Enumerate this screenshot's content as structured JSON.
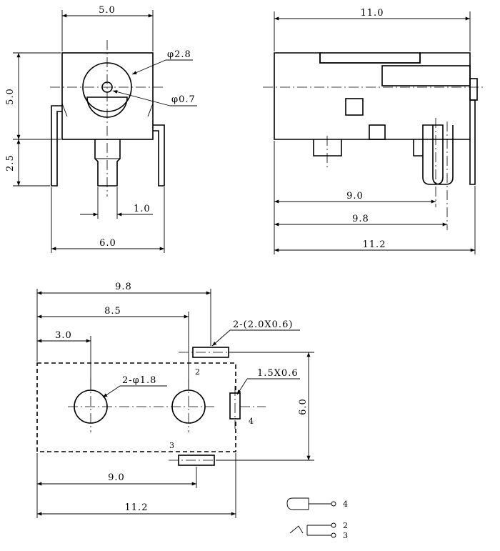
{
  "front": {
    "dim_width": "5.0",
    "dim_height": "5.0",
    "dim_pin": "2.5",
    "dim_hole": "φ2.8",
    "dim_pinhole": "φ0.7",
    "dim_pinwidth": "1.0",
    "dim_span": "6.0"
  },
  "side": {
    "dim_length": "11.0",
    "dim_a": "9.0",
    "dim_b": "9.8",
    "dim_c": "11.2"
  },
  "footprint": {
    "dim_98": "9.8",
    "dim_85": "8.5",
    "dim_30": "3.0",
    "pads_top": "2-(2.0X0.6)",
    "holes": "2-φ1.8",
    "pad_side": "1.5X0.6",
    "dim_60": "6.0",
    "dim_90": "9.0",
    "dim_112": "11.2",
    "pin2": "2",
    "pin3": "3",
    "pin4": "4"
  },
  "schematic": {
    "pin4": "4",
    "pin2": "2",
    "pin3": "3"
  }
}
